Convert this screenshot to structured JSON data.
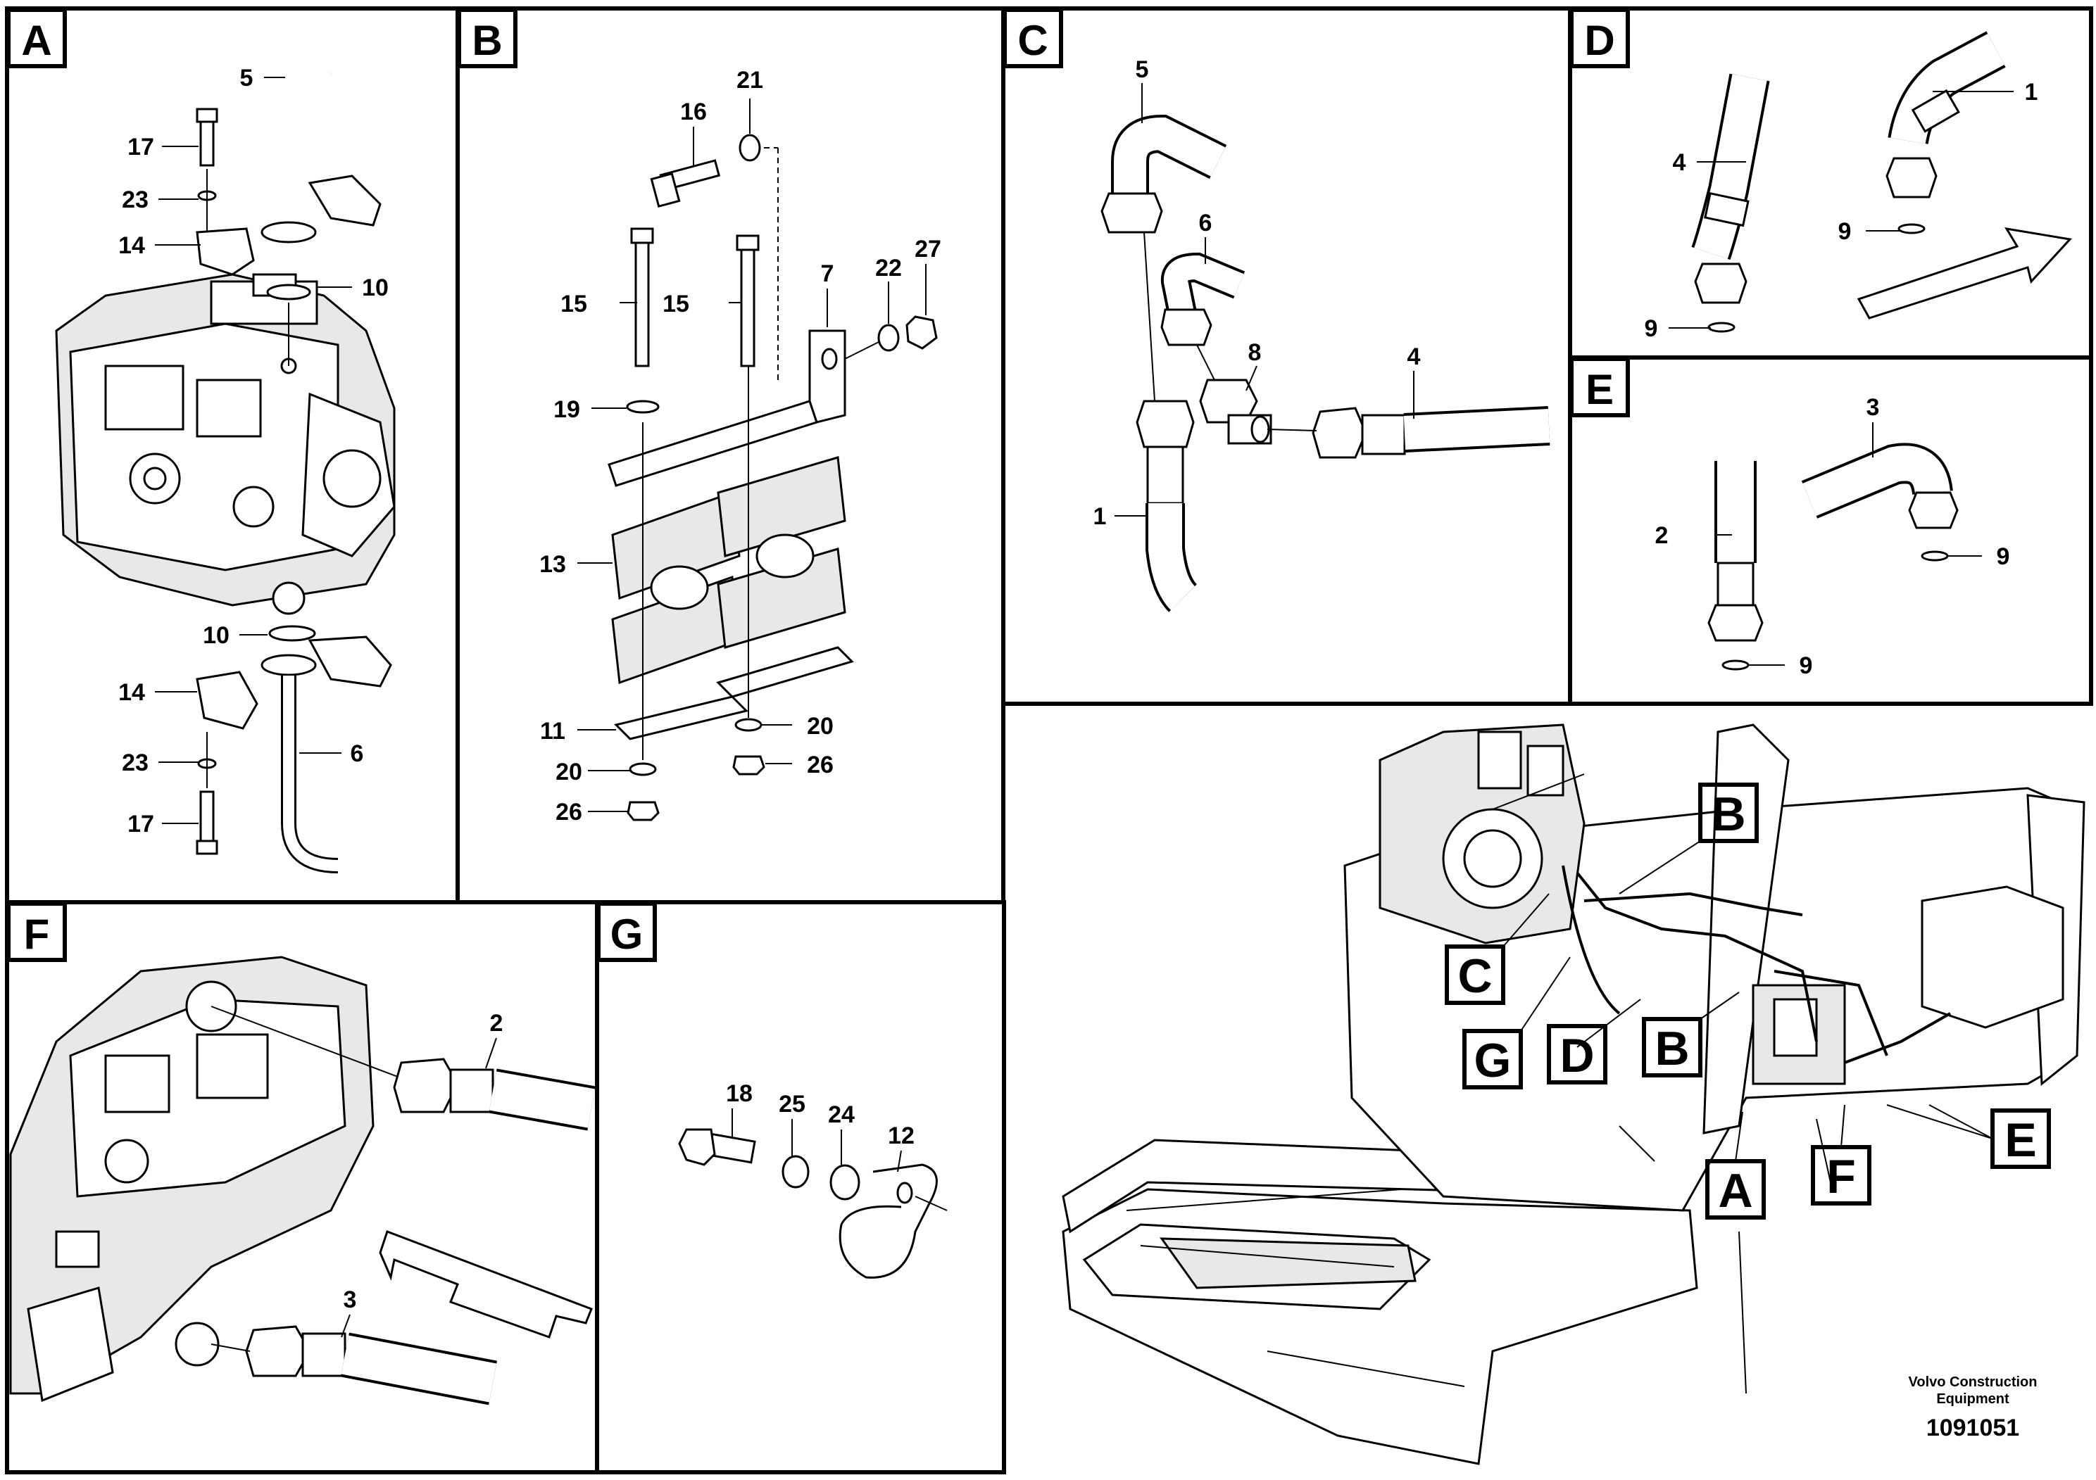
{
  "panels": {
    "A": {
      "label": "A",
      "callouts": {
        "c5": "5",
        "c17a": "17",
        "c23a": "23",
        "c14a": "14",
        "c10a": "10",
        "c10b": "10",
        "c14b": "14",
        "c23b": "23",
        "c17b": "17",
        "c6": "6"
      }
    },
    "B": {
      "label": "B",
      "callouts": {
        "c21": "21",
        "c16": "16",
        "c15a": "15",
        "c15b": "15",
        "c7": "7",
        "c22": "22",
        "c27": "27",
        "c19": "19",
        "c13": "13",
        "c11": "11",
        "c20a": "20",
        "c20b": "20",
        "c26a": "26",
        "c26b": "26"
      }
    },
    "C": {
      "label": "C",
      "callouts": {
        "c5": "5",
        "c6": "6",
        "c8": "8",
        "c4": "4",
        "c1": "1"
      }
    },
    "D": {
      "label": "D",
      "callouts": {
        "c1": "1",
        "c4": "4",
        "c9a": "9",
        "c9b": "9"
      }
    },
    "E": {
      "label": "E",
      "callouts": {
        "c3": "3",
        "c2": "2",
        "c9a": "9",
        "c9b": "9"
      }
    },
    "F": {
      "label": "F",
      "callouts": {
        "c2": "2",
        "c3": "3"
      }
    },
    "G": {
      "label": "G",
      "callouts": {
        "c18": "18",
        "c25": "25",
        "c24": "24",
        "c12": "12"
      }
    }
  },
  "overview_labels": {
    "B": "B",
    "C": "C",
    "G": "G",
    "D": "D",
    "B2": "B",
    "E": "E",
    "A": "A",
    "F": "F"
  },
  "footer": {
    "company_line1": "Volvo Construction",
    "company_line2": "Equipment",
    "drawing_number": "1091051"
  },
  "colors": {
    "ink": "#000000",
    "paper": "#ffffff"
  }
}
